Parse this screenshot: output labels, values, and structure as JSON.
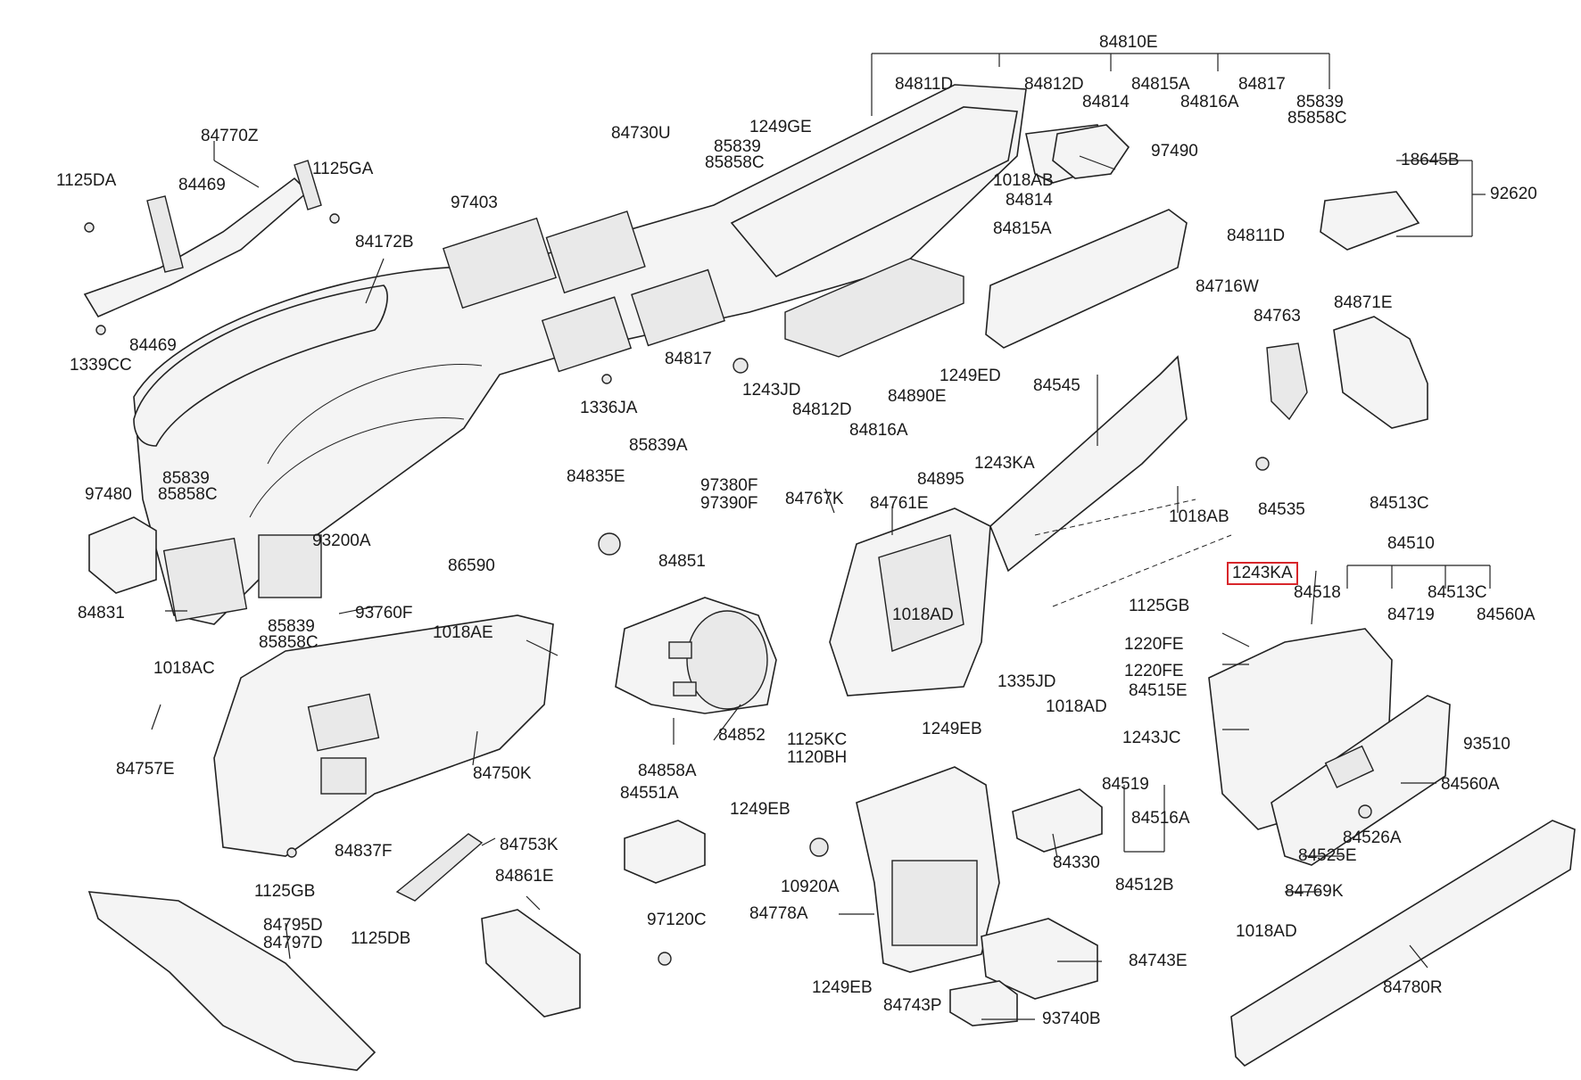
{
  "labels": {
    "l84810E": "84810E",
    "l84811D_a": "84811D",
    "l84812D_a": "84812D",
    "l84814_a": "84814",
    "l84815A_a": "84815A",
    "l84816A_a": "84816A",
    "l84817_a": "84817",
    "l85839_a": "85839",
    "l85858C_a": "85858C",
    "l84770Z": "84770Z",
    "l1125DA": "1125DA",
    "l84469_a": "84469",
    "l1125GA": "1125GA",
    "l84172B": "84172B",
    "l84469_b": "84469",
    "l1339CC": "1339CC",
    "l84730U": "84730U",
    "l85839_b": "85839",
    "l85858C_b": "85858C",
    "l1249GE": "1249GE",
    "l97403": "97403",
    "l97490": "97490",
    "l1018AB_a": "1018AB",
    "l84814_b": "84814",
    "l84815A_b": "84815A",
    "l84811D_b": "84811D",
    "l18645B": "18645B",
    "l92620": "92620",
    "l84716W": "84716W",
    "l84763": "84763",
    "l84871E": "84871E",
    "l84817_b": "84817",
    "l1243JD": "1243JD",
    "l84812D_b": "84812D",
    "l84890E": "84890E",
    "l1249ED": "1249ED",
    "l84545": "84545",
    "l1336JA": "1336JA",
    "l85839A": "85839A",
    "l84816A_b": "84816A",
    "l97380F": "97380F",
    "l97390F": "97390F",
    "l84895": "84895",
    "l1243KA_a": "1243KA",
    "l84535": "84535",
    "l84513C_a": "84513C",
    "l97480": "97480",
    "l85839_c": "85839",
    "l85858C_c": "85858C",
    "l84835E": "84835E",
    "l84767K": "84767K",
    "l84761E": "84761E",
    "l1018AB_b": "1018AB",
    "l84510": "84510",
    "l93200A": "93200A",
    "l86590": "86590",
    "l84851": "84851",
    "l1243KA_hl": "1243KA",
    "l84518": "84518",
    "l84513C_b": "84513C",
    "l84560A_a": "84560A",
    "l84719": "84719",
    "l84831": "84831",
    "l93760F": "93760F",
    "l1018AD_a": "1018AD",
    "l1125GB_a": "1125GB",
    "l85839_d": "85839",
    "l85858C_d": "85858C",
    "l1018AE": "1018AE",
    "l1220FE_a": "1220FE",
    "l1220FE_b": "1220FE",
    "l84515E": "84515E",
    "l1018AC": "1018AC",
    "l1335JD": "1335JD",
    "l1018AD_b": "1018AD",
    "l1249EB_a": "1249EB",
    "l1243JC": "1243JC",
    "l93510": "93510",
    "l84852": "84852",
    "l1125KC": "1125KC",
    "l1120BH": "1120BH",
    "l84757E": "84757E",
    "l84750K": "84750K",
    "l84858A": "84858A",
    "l84519": "84519",
    "l84560A_b": "84560A",
    "l84551A": "84551A",
    "l1249EB_b": "1249EB",
    "l84516A": "84516A",
    "l84526A": "84526A",
    "l84837F": "84837F",
    "l84753K": "84753K",
    "l84330": "84330",
    "l84525E": "84525E",
    "l10920A": "10920A",
    "l84512B": "84512B",
    "l1125GB_b": "1125GB",
    "l84861E": "84861E",
    "l84769K": "84769K",
    "l84795D": "84795D",
    "l84797D": "84797D",
    "l1125DB": "1125DB",
    "l97120C": "97120C",
    "l84778A": "84778A",
    "l1018AD_c": "1018AD",
    "l84743E": "84743E",
    "l1249EB_c": "1249EB",
    "l84743P": "84743P",
    "l93740B": "93740B",
    "l84780R": "84780R"
  },
  "highlight_color": "#d8262b",
  "highlighted_part": "1243KA"
}
